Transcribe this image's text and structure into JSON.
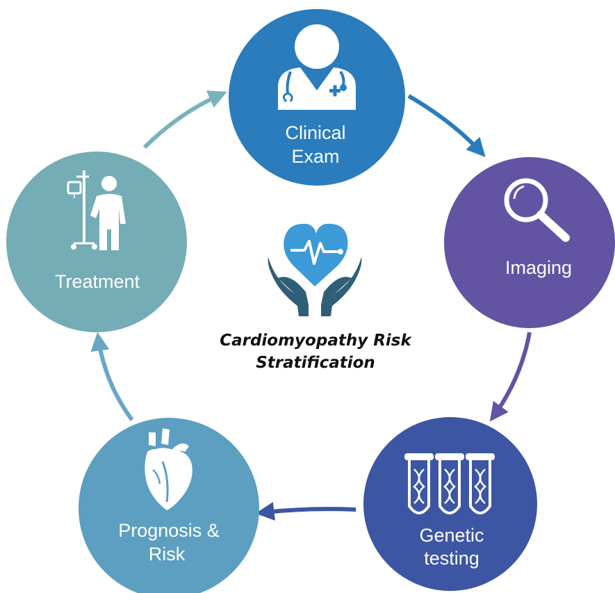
{
  "center": {
    "title_line1": "Cardiomyopathy Risk",
    "title_line2": "Stratification",
    "icon": "heart-in-hands-icon"
  },
  "nodes": [
    {
      "id": "clinical-exam",
      "line1": "Clinical",
      "line2": "Exam",
      "icon": "doctor-icon",
      "color": "#2a7cbc"
    },
    {
      "id": "imaging",
      "line1": "Imaging",
      "line2": "",
      "icon": "magnifier-icon",
      "color": "#6254a3"
    },
    {
      "id": "genetic-testing",
      "line1": "Genetic",
      "line2": "testing",
      "icon": "test-tubes-dna-icon",
      "color": "#3d56a3"
    },
    {
      "id": "prognosis-risk",
      "line1": "Prognosis &",
      "line2": "Risk",
      "icon": "anatomical-heart-icon",
      "color": "#5c9fc0"
    },
    {
      "id": "treatment",
      "line1": "Treatment",
      "line2": "",
      "icon": "patient-iv-drip-icon",
      "color": "#74adb6"
    }
  ],
  "colors": {
    "heart": "#3c9ad6",
    "hands": "#2f5f78",
    "arrow_teal": "#7ab2bd",
    "arrow_blue": "#2a7cbc",
    "arrow_purple": "#6254a3",
    "arrow_indigo": "#3d56a3",
    "arrow_lightblue": "#6aa6c4"
  }
}
